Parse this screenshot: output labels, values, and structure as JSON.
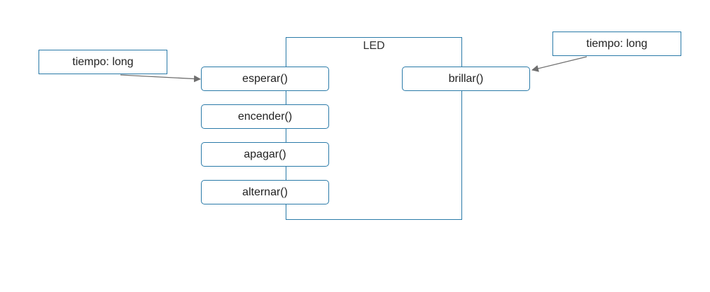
{
  "diagram": {
    "class_name": "LED",
    "methods_left": [
      {
        "label": "esperar()"
      },
      {
        "label": "encender()"
      },
      {
        "label": "apagar()"
      },
      {
        "label": "alternar()"
      }
    ],
    "methods_right": [
      {
        "label": "brillar()"
      }
    ],
    "params": {
      "left": "tiempo: long",
      "right": "tiempo: long"
    },
    "colors": {
      "border": "#2a7aa8",
      "arrow": "#6f6f6f"
    }
  }
}
